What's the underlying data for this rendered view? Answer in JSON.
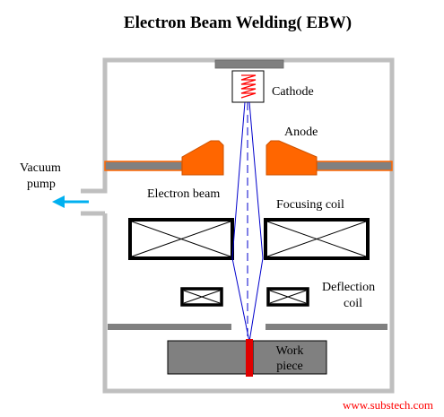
{
  "title": "Electron Beam Welding( EBW)",
  "labels": {
    "cathode": "Cathode",
    "anode": "Anode",
    "vacuum_line1": "Vacuum",
    "vacuum_line2": "pump",
    "electron_beam": "Electron beam",
    "focusing_coil": "Focusing coil",
    "deflection_line1": "Deflection",
    "deflection_line2": "coil",
    "work_line1": "Work",
    "work_line2": "piece"
  },
  "source_url": "www.substech.com",
  "colors": {
    "chamber": "#bfbfbf",
    "plate": "#808080",
    "anode": "#ff6600",
    "beam": "#0000cc",
    "filament": "#ff0000",
    "weld": "#e00000",
    "arrow": "#00b0f0",
    "url": "#ff0000"
  }
}
